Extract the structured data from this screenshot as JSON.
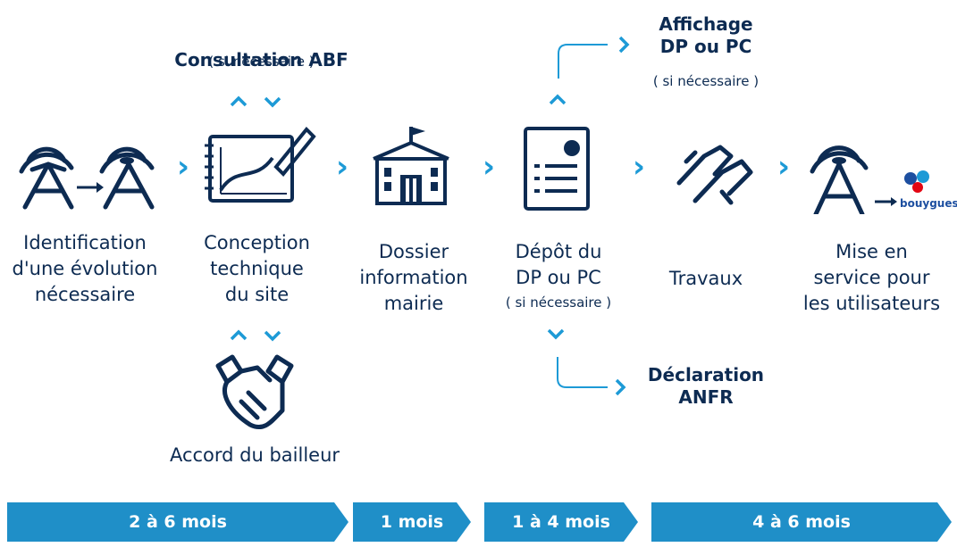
{
  "steps": {
    "identification": "Identification\nd'une évolution\nnécessaire",
    "conception": "Conception\ntechnique\ndu site",
    "dossier": "Dossier\ninformation\nmairie",
    "depot": "Dépôt du\nDP ou PC",
    "depot_note": "( si nécessaire )",
    "travaux": "Travaux",
    "mise_en_service": "Mise en\nservice pour\nles utilisateurs"
  },
  "branches": {
    "consultation": "Consultation ABF",
    "consultation_note": "( si nécessaire )",
    "accord": "Accord du bailleur",
    "affichage": "Affichage\nDP ou PC",
    "affichage_note": "( si nécessaire )",
    "declaration": "Déclaration\nANFR"
  },
  "logo_text": "bouygues",
  "durations": [
    "2 à 6 mois",
    "1 mois",
    "1 à 4 mois",
    "4 à 6 mois"
  ],
  "colors": {
    "accent": "#1d9ad6",
    "navy": "#0d2b52",
    "bar": "#1f8fc8"
  },
  "icons": [
    "antenna-icon",
    "drawing-tablet-icon",
    "town-hall-icon",
    "document-icon",
    "handshake-work-icon",
    "antenna-icon",
    "handshake-icon"
  ]
}
